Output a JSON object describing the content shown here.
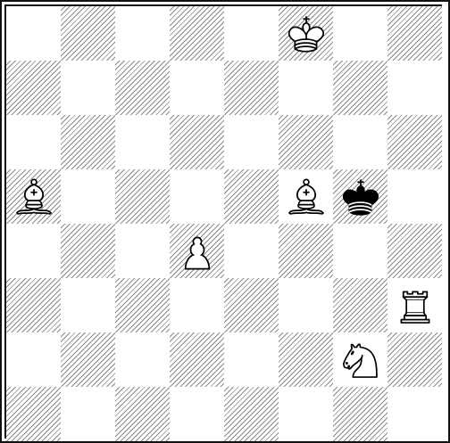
{
  "board": {
    "files": 8,
    "ranks": 8,
    "pieces": [
      {
        "name": "white-king",
        "color": "white",
        "type": "king",
        "file": 5,
        "rank": 8
      },
      {
        "name": "white-bishop",
        "color": "white",
        "type": "bishop",
        "file": 0,
        "rank": 5
      },
      {
        "name": "white-bishop",
        "color": "white",
        "type": "bishop",
        "file": 5,
        "rank": 5
      },
      {
        "name": "black-king",
        "color": "black",
        "type": "king",
        "file": 6,
        "rank": 5
      },
      {
        "name": "white-pawn",
        "color": "white",
        "type": "pawn",
        "file": 3,
        "rank": 4
      },
      {
        "name": "white-rook",
        "color": "white",
        "type": "rook",
        "file": 7,
        "rank": 3
      },
      {
        "name": "white-knight",
        "color": "white",
        "type": "knight",
        "file": 6,
        "rank": 2
      }
    ]
  }
}
